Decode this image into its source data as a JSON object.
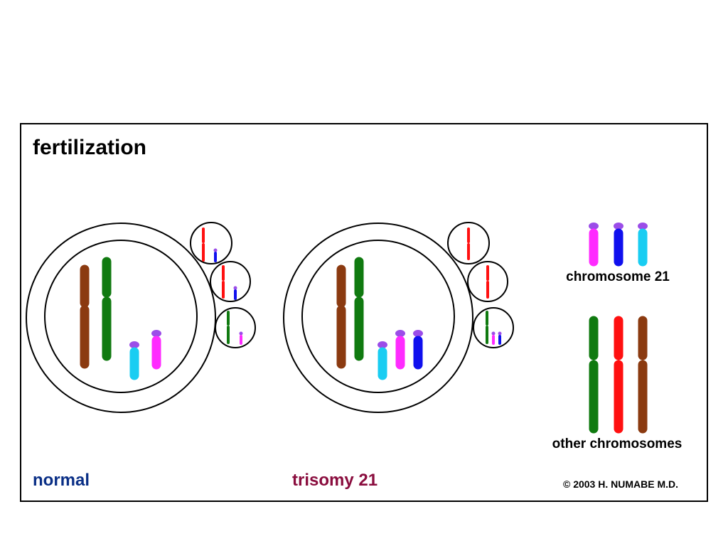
{
  "title": "fertilization",
  "labels": {
    "normal": "normal",
    "trisomy": "trisomy 21",
    "chromosome21": "chromosome 21",
    "other": "other chromosomes",
    "copyright": "© 2003  H. NUMABE M.D."
  },
  "colors": {
    "frame": "#000000",
    "title": "#000000",
    "normal_text": "#0a2f86",
    "trisomy_text": "#8a0d3e",
    "centromere": "#9b4de8",
    "brown": "#8b3a10",
    "green": "#107a10",
    "red": "#ff1010",
    "magenta": "#ff2bff",
    "blue": "#1010ee",
    "cyan": "#19cdf2"
  }
}
